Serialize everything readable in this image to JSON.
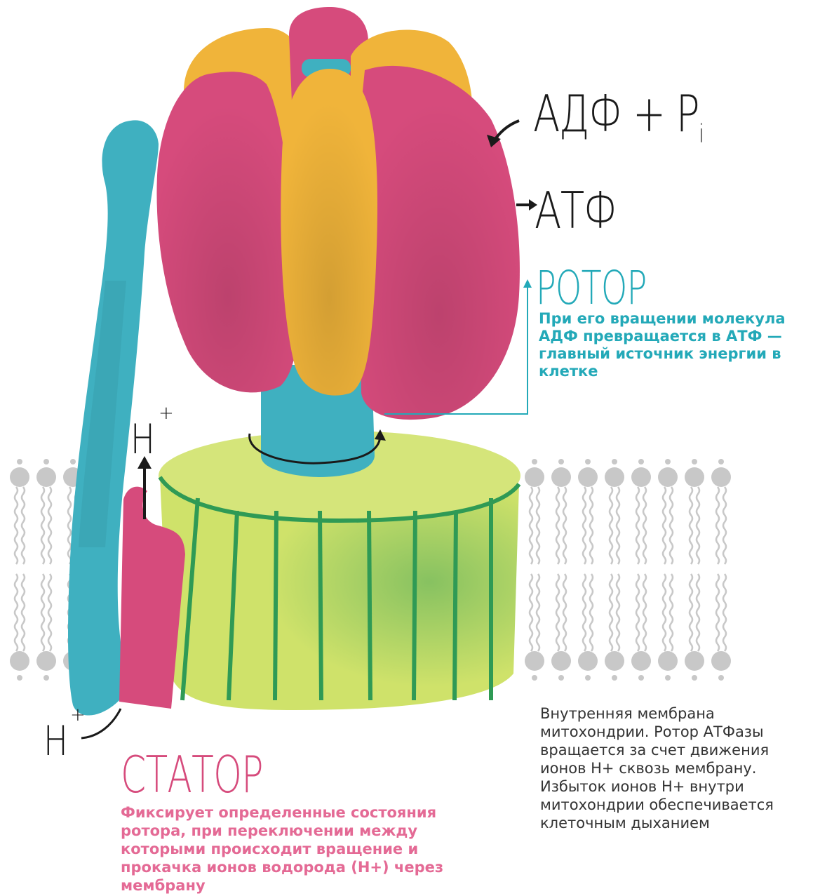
{
  "labels": {
    "adp_pi": "АДФ + P",
    "adp_pi_sub": "i",
    "atp": "АТФ",
    "h_top": "H",
    "h_bottom": "H",
    "h_sup": "+"
  },
  "rotor": {
    "title": "РОТОР",
    "description": "При его вращении молекула АДФ превращается в АТФ — главный источник энергии в клетке"
  },
  "stator": {
    "title": "СТАТОР",
    "description": "Фиксирует определенные состояния ротора, при переключении между которыми происходит вращение и прокачка ионов водорода (Н+) через мембрану"
  },
  "membrane": {
    "description": "Внутренняя мембрана митохондрии. Ротор АТФазы вращается за счет движения ионов Н+ сквозь мембрану. Избыток ионов Н+ внутри митохондрии обеспечивается клеточным дыханием"
  },
  "colors": {
    "pink": "#d64b7c",
    "yellow": "#f0b43a",
    "teal": "#3fb0c0",
    "lime": "#cfe26a",
    "stripe": "#2f9a55",
    "lipid": "#c8c8c8",
    "text_teal": "#23a9b8",
    "text_pink": "#e46a95"
  }
}
